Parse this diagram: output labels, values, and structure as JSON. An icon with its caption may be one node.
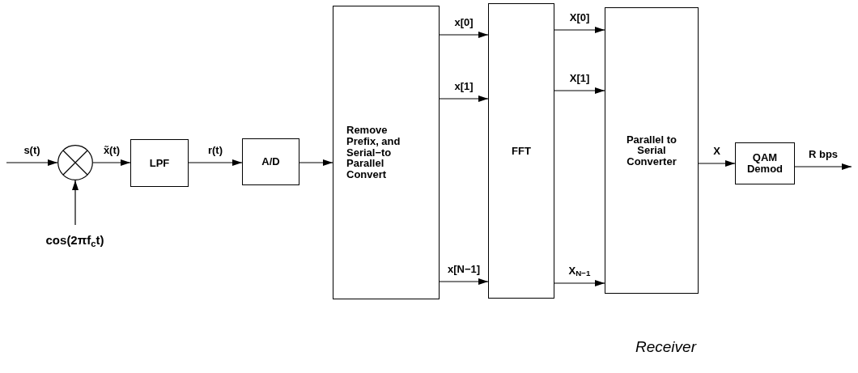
{
  "diagram": {
    "nodes": [
      {
        "text": [],
        "shape": "circle"
      },
      {
        "text": [
          "cos(2πf$_{c}$t)"
        ]
      },
      {
        "text": [
          "LPF"
        ]
      },
      {
        "text": [
          "A/D"
        ]
      },
      {
        "text": [
          "Remove Prefix, and Serial−to Parallel Convert"
        ]
      },
      {
        "text": [
          "FFT"
        ]
      },
      {
        "text": [
          "Parallel to Serial Converter"
        ]
      },
      {
        "text": [
          "QAM Demod"
        ]
      }
    ],
    "edges": [
      {
        "from": null,
        "to": 0,
        "arrow": "to",
        "label": "s(t)"
      },
      {
        "from": 1,
        "to": 0,
        "arrow": "to"
      },
      {
        "from": 0,
        "to": 2,
        "arrow": "to",
        "label": "x̃(t)"
      },
      {
        "from": 2,
        "to": 3,
        "arrow": "to",
        "label": "r(t)"
      },
      {
        "from": 3,
        "to": 4,
        "arrow": "to"
      },
      {
        "from": 4,
        "to": 5,
        "arrow": "to",
        "label": "x[0]"
      },
      {
        "from": 4,
        "to": 5,
        "arrow": "to",
        "label": "x[1]"
      },
      {
        "from": 4,
        "to": 5,
        "arrow": "to",
        "label": "x[N−1]"
      },
      {
        "from": 5,
        "to": 6,
        "arrow": "to",
        "label": "X[0]"
      },
      {
        "from": 5,
        "to": 6,
        "arrow": "to",
        "label": "X[1]"
      },
      {
        "from": 5,
        "to": 6,
        "arrow": "to",
        "label": "X$_{N−1}$"
      },
      {
        "from": 6,
        "to": 7,
        "arrow": "to",
        "label": "X"
      },
      {
        "from": 7,
        "to": null,
        "arrow": "to",
        "label": "R bps"
      }
    ],
    "labels": [
      "Receiver"
    ]
  }
}
